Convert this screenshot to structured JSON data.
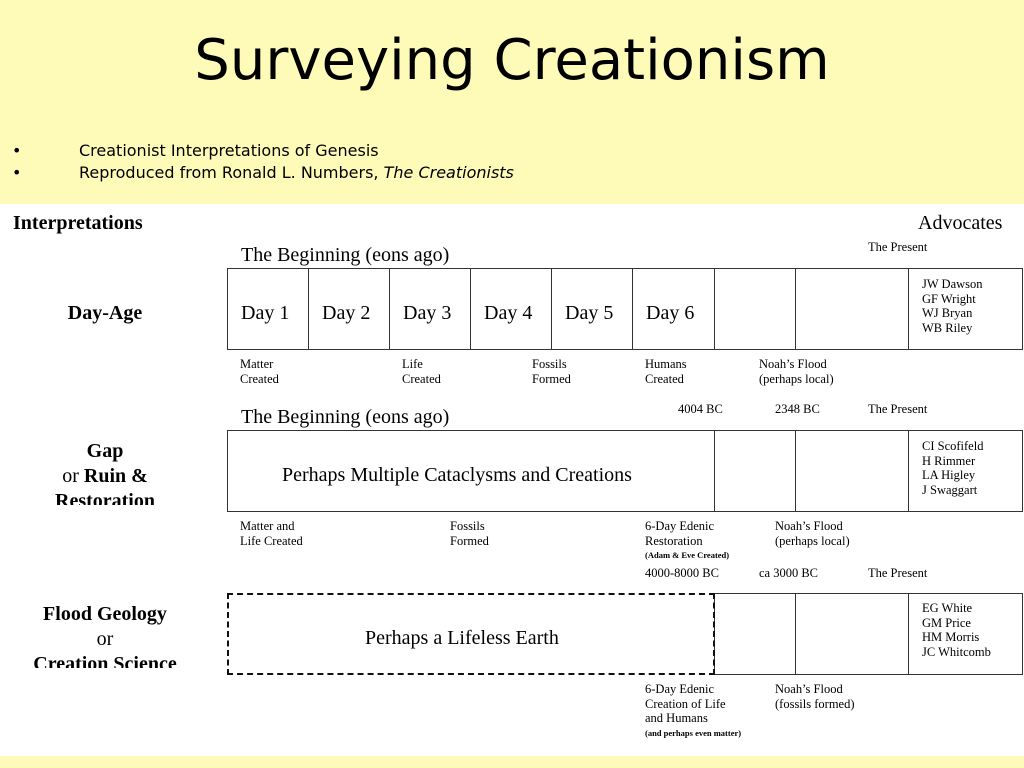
{
  "slide": {
    "title": "Surveying Creationism",
    "bullets": [
      {
        "text": "Creationist Interpretations of Genesis",
        "italic": ""
      },
      {
        "text": "Reproduced from Ronald L. Numbers, ",
        "italic": "The Creationists"
      }
    ]
  },
  "headers": {
    "left": "Interpretations",
    "right": "Advocates"
  },
  "rows": {
    "dayage": {
      "label": [
        "Day-Age"
      ],
      "top_left": "The Beginning (eons ago)",
      "present": "The Present",
      "days": [
        "Day 1",
        "Day 2",
        "Day 3",
        "Day 4",
        "Day 5",
        "Day 6"
      ],
      "advocates": [
        "JW Dawson",
        "GF Wright",
        "WJ Bryan",
        "WB Riley"
      ],
      "below": [
        [
          "Matter",
          "Created"
        ],
        [
          "Life",
          "Created"
        ],
        [
          "Fossils",
          "Formed"
        ],
        [
          "Humans",
          "Created"
        ],
        [
          "Noah’s Flood",
          "(perhaps local)"
        ]
      ]
    },
    "gap": {
      "label_line1": "Gap",
      "label_line2_or": "or ",
      "label_line2_bold": "Ruin &",
      "label_line3": "Restoration",
      "top_left": "The Beginning (eons ago)",
      "date1": "4004 BC",
      "date2": "2348 BC",
      "present": "The Present",
      "main": "Perhaps Multiple Cataclysms and Creations",
      "advocates": [
        "CI Scofifeld",
        "H Rimmer",
        "LA Higley",
        "J Swaggart"
      ],
      "below": [
        [
          "Matter and",
          "Life Created"
        ],
        [
          "Fossils",
          "Formed"
        ],
        [
          "6-Day Edenic",
          "Restoration"
        ],
        [
          "Noah’s Flood",
          "(perhaps local)"
        ]
      ],
      "below_tiny": "(Adam & Eve Created)"
    },
    "flood": {
      "label_line1": "Flood Geology",
      "label_line2": "or",
      "label_line3": "Creation Science",
      "date1": "4000-8000 BC",
      "date2": "ca 3000 BC",
      "present": "The Present",
      "main": "Perhaps a Lifeless Earth",
      "advocates": [
        "EG White",
        "GM Price",
        "HM Morris",
        "JC Whitcomb"
      ],
      "below": [
        [
          "6-Day Edenic",
          "Creation of Life",
          "and Humans"
        ],
        [
          "Noah’s Flood",
          "(fossils formed)"
        ]
      ],
      "below_tiny": "(and perhaps even matter)"
    }
  }
}
